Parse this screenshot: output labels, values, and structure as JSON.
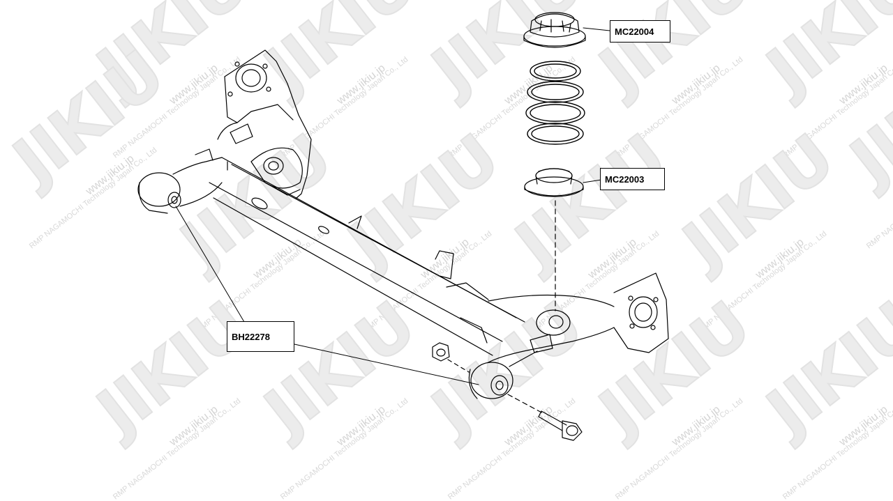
{
  "watermark": {
    "logo": "JIKIU",
    "company": "RMP NAGAMOCHI Technology Japan Co., Ltd",
    "url": "www.jikiu.jp"
  },
  "callouts": {
    "upper_seat": "MC22004",
    "lower_seat": "MC22003",
    "bushing": "BH22278"
  },
  "colors": {
    "line": "#000000",
    "watermark": "#e6e6e6"
  }
}
